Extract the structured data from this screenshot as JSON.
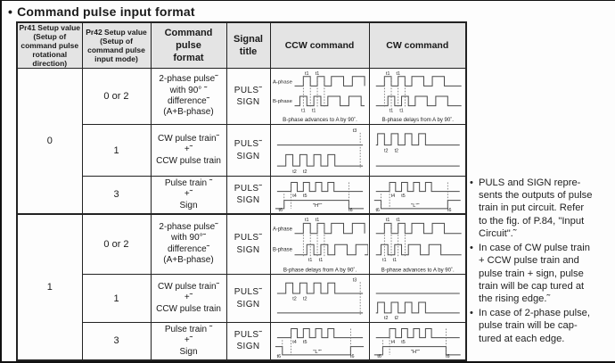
{
  "page": {
    "bullet": "•",
    "title": "Command pulse input format"
  },
  "table": {
    "headers": [
      "Pr41 Setup value\n(Setup of\ncommand pulse\nrotational direction)",
      "Pr42 Setup value\n(Setup of\ncommand pulse\ninput mode)",
      "Command\npulse\nformat",
      "Signal\ntitle",
      "CCW command",
      "CW command"
    ],
    "groups": [
      {
        "pr41": "0",
        "rows": [
          {
            "pr42": "0 or 2",
            "format": "2-phase pulse˜\nwith 90° ˜\ndifference˜\n(A+B-phase)",
            "signal": "PULS˜\nSIGN",
            "ccw": {
              "type": "ab",
              "mode": "advance",
              "a_label": "A-phase",
              "b_label": "B-phase",
              "t": "t1",
              "caption": "B-phase advances to A by 90˚."
            },
            "cw": {
              "type": "ab",
              "mode": "delay",
              "t": "t1",
              "caption": "B-phase delays from A by 90˚."
            }
          },
          {
            "pr42": "1",
            "format": "CW pulse train˜\n+˜\nCCW pulse train",
            "signal": "PULS˜\nSIGN",
            "ccw": {
              "type": "train",
              "pulses": "bottom",
              "start": "mid",
              "t": "t2",
              "t3": "t3"
            },
            "cw": {
              "type": "train",
              "pulses": "top",
              "start": "edge",
              "t": "t2"
            }
          },
          {
            "pr42": "3",
            "format": "Pulse train ˜\n+˜\nSign",
            "signal": "PULS˜\nSIGN",
            "ccw": {
              "type": "sign",
              "sign": "high",
              "t4": "t4",
              "t5": "t5",
              "t6": "t6",
              "sign_label": "\"H\"˜"
            },
            "cw": {
              "type": "sign",
              "sign": "low",
              "t4": "t4",
              "t5": "t5",
              "t6": "t6",
              "sign_label": "\"L\"˜"
            }
          }
        ]
      },
      {
        "pr41": "1",
        "rows": [
          {
            "pr42": "0 or 2",
            "format": "2-phase pulse˜\nwith 90°˜\ndifference˜\n(A+B-phase)",
            "signal": "PULS˜\nSIGN",
            "ccw": {
              "type": "ab",
              "mode": "delay",
              "a_label": "A-phase",
              "b_label": "B-phase",
              "t": "t1",
              "caption": "B-phase delays from A by 90˚."
            },
            "cw": {
              "type": "ab",
              "mode": "advance",
              "t": "t1",
              "caption": "B-phase advances to A by 90˚."
            }
          },
          {
            "pr42": "1",
            "format": "CW pulse train˜\n+˜\nCCW pulse train",
            "signal": "PULS˜\nSIGN",
            "ccw": {
              "type": "train",
              "pulses": "top",
              "start": "mid",
              "t": "t2",
              "t3": "t3"
            },
            "cw": {
              "type": "train",
              "pulses": "bottom",
              "start": "edge",
              "t": "t2"
            }
          },
          {
            "pr42": "3",
            "format": "Pulse train ˜\n+˜\nSign",
            "signal": "PULS˜\nSIGN",
            "ccw": {
              "type": "sign",
              "sign": "low",
              "t4": "t4",
              "t5": "t5",
              "t6": "t6",
              "sign_label": "\"L\"˜"
            },
            "cw": {
              "type": "sign",
              "sign": "high",
              "t4": "t4",
              "t5": "t5",
              "t6": "t6",
              "sign_label": "\"H\"˜"
            }
          }
        ]
      }
    ]
  },
  "notes": {
    "bullet": "•",
    "items": [
      "PULS and SIGN repre-\nsents the outputs of pulse\ntrain in put circuit. Refer\nto the fig. of P.84, \"Input\nCircuit\".˜",
      "In case of CW pulse train\n+ CCW pulse train and\npulse train + sign, pulse\ntrain will be cap tured at\nthe rising edge.˜",
      "In case of 2-phase pulse,\npulse train will be cap-\ntured  at each edge."
    ]
  }
}
